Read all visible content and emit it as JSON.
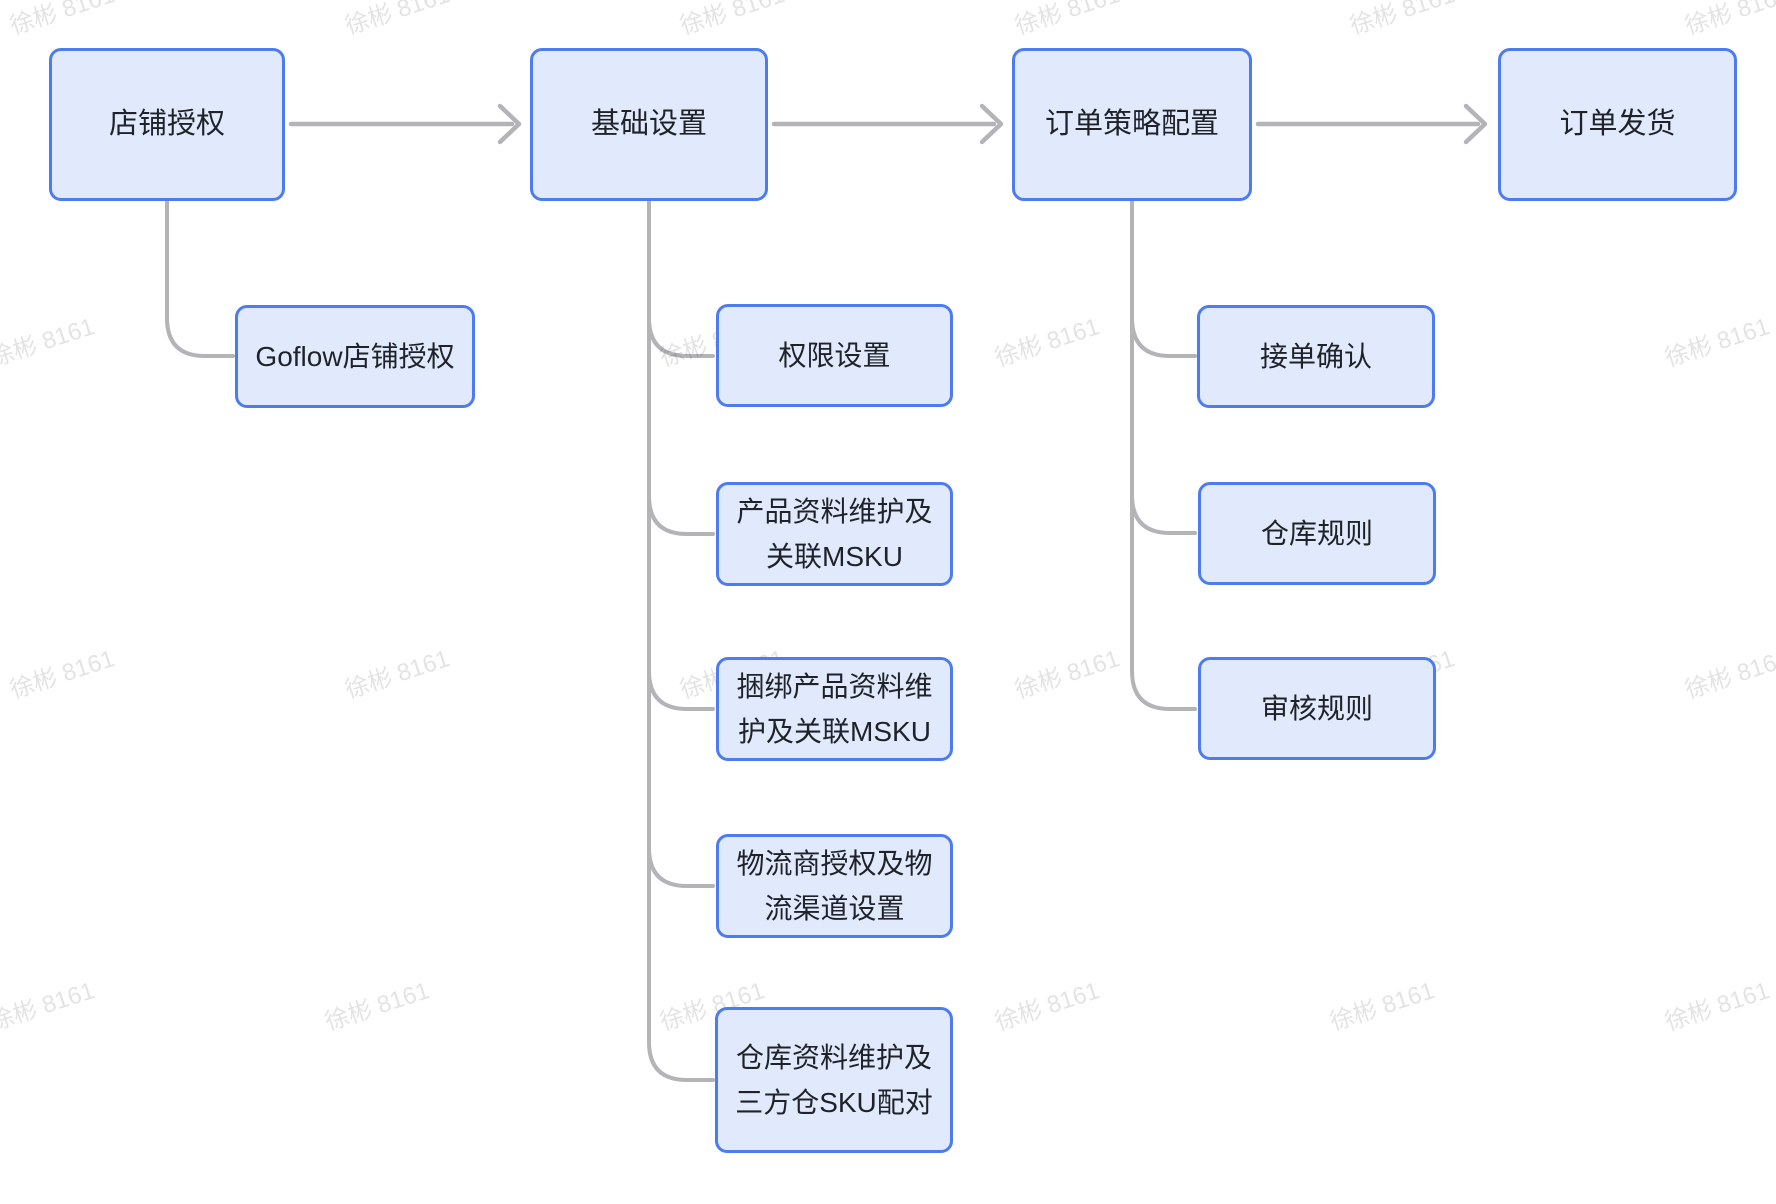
{
  "diagram": {
    "type": "flowchart",
    "stages": [
      {
        "label": "店铺授权",
        "children": [
          "Goflow店铺授权"
        ]
      },
      {
        "label": "基础设置",
        "children": [
          "权限设置",
          "产品资料维护及\n关联MSKU",
          "捆绑产品资料维\n护及关联MSKU",
          "物流商授权及物\n流渠道设置",
          "仓库资料维护及\n三方仓SKU配对"
        ]
      },
      {
        "label": "订单策略配置",
        "children": [
          "接单确认",
          "仓库规则",
          "审核规则"
        ]
      },
      {
        "label": "订单发货",
        "children": []
      }
    ]
  },
  "watermark": {
    "text": "徐彬 8161"
  },
  "colors": {
    "node_border": "#4d7cf0",
    "node_fill": "#e1e9fc",
    "connector": "#b3b3b8",
    "text": "#1f2329",
    "watermark": "rgba(40,40,50,0.13)"
  }
}
